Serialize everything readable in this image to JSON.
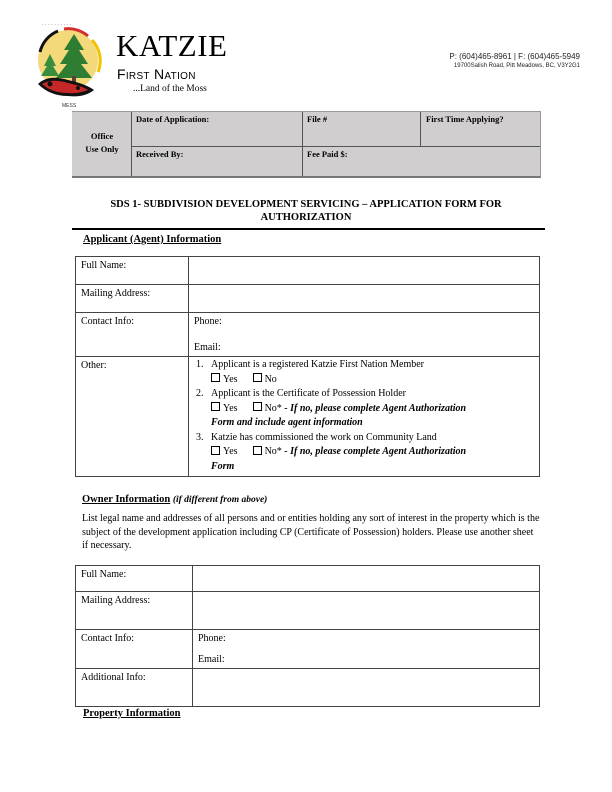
{
  "header": {
    "org_name": "KATZIE",
    "org_subtitle": "First Nation",
    "tagline": "...Land of the Moss",
    "phone_line": "P: (604)465-8961  |  F: (604)465-5949",
    "address_line": "19700Salish Road, Pitt Meadows, BC, V3Y2G1",
    "logo_colors": {
      "sun": "#f3d97a",
      "trees": "#2e7d32",
      "ring_black": "#111111",
      "ring_red": "#d32f2f",
      "ring_yellow": "#f2c200",
      "salmon_red": "#c62828"
    }
  },
  "office_use": {
    "label_line1": "Office",
    "label_line2": "Use Only",
    "date_of_application": "Date of Application:",
    "file_number": "File #",
    "first_time_applying": "First Time Applying?",
    "received_by": "Received By:",
    "fee_paid": "Fee Paid $:",
    "fill_color": "#d0cece"
  },
  "form_title": {
    "line1": "SDS 1- SUBDIVISION DEVELOPMENT SERVICING – APPLICATION FORM FOR",
    "line2": "AUTHORIZATION"
  },
  "applicant": {
    "heading": "Applicant (Agent) Information",
    "rows": [
      {
        "label": "Full Name:",
        "value": ""
      },
      {
        "label": "Mailing Address:",
        "value": ""
      },
      {
        "label": "Contact Info:",
        "phone_label": "Phone:",
        "email_label": "Email:"
      },
      {
        "label": "Other:"
      }
    ],
    "questions": [
      {
        "num": "1.",
        "text": "Applicant is a registered Katzie First Nation Member",
        "yes": "Yes",
        "no": "No",
        "note": ""
      },
      {
        "num": "2.",
        "text": "Applicant is the Certificate of Possession Holder",
        "yes": "Yes",
        "no": "No*",
        "note_a": "- If no, please complete Agent Authorization",
        "note_b": "Form and include agent information"
      },
      {
        "num": "3.",
        "text": "Katzie has commissioned the work on Community Land",
        "yes": "Yes",
        "no": "No*",
        "note_a": "- If no, please complete Agent Authorization",
        "note_b": "Form"
      }
    ]
  },
  "owner": {
    "heading": "Owner Information",
    "heading_note": "(if different from above)",
    "instructions": "List legal name and addresses of all persons and or entities holding any sort of interest in the property which is the subject of the development application including CP (Certificate of Possession) holders. Please use another sheet if necessary.",
    "rows": [
      {
        "label": "Full Name:",
        "value": ""
      },
      {
        "label": "Mailing Address:",
        "value": ""
      },
      {
        "label": "Contact Info:",
        "phone_label": "Phone:",
        "email_label": "Email:"
      },
      {
        "label": "Additional Info:",
        "value": ""
      }
    ]
  },
  "property": {
    "heading": "Property Information"
  }
}
